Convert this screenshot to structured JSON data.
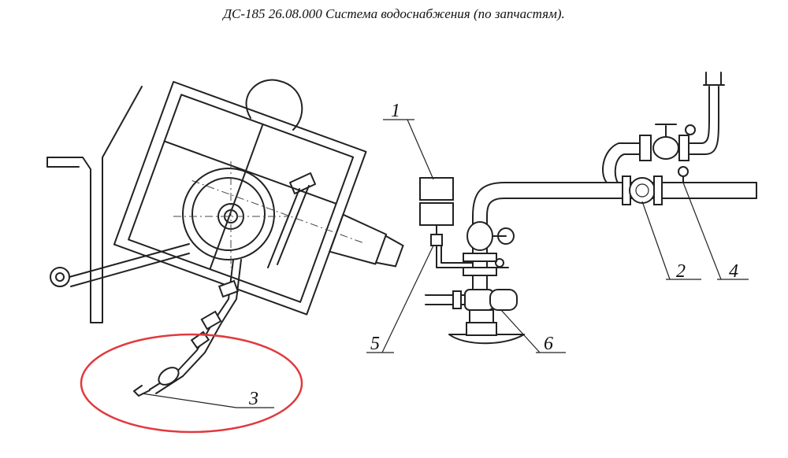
{
  "title": "ДС-185 26.08.000 Система водоснабжения (по запчастям).",
  "callouts": {
    "c1": "1",
    "c2": "2",
    "c3": "3",
    "c4": "4",
    "c5": "5",
    "c6": "6"
  },
  "highlight_color": "#e03a3e"
}
